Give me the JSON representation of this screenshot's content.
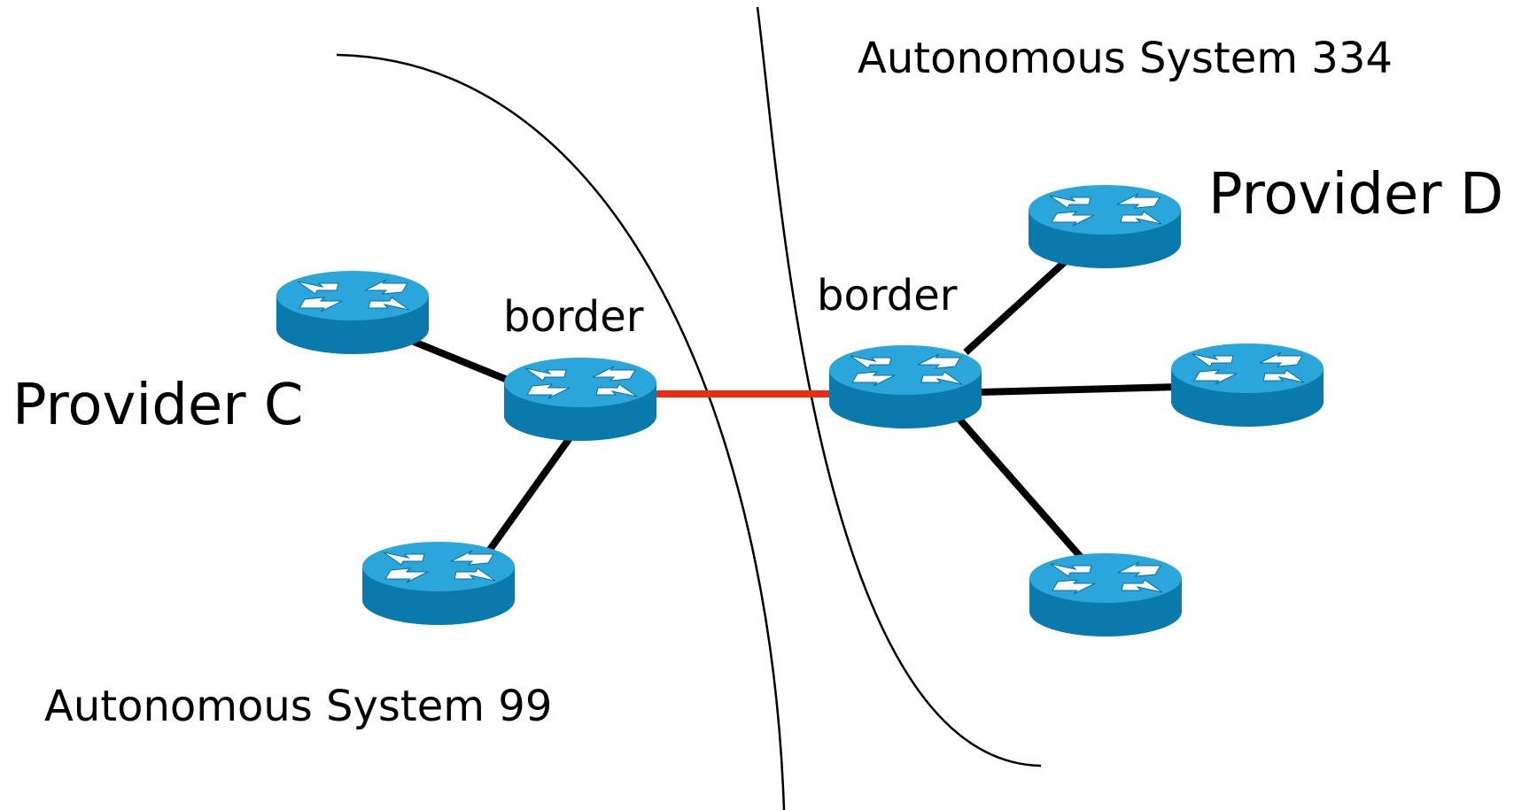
{
  "labels": {
    "as_right": "Autonomous System 334",
    "as_left": "Autonomous System 99",
    "provider_c": "Provider C",
    "provider_d": "Provider D",
    "border_left": "border",
    "border_right": "border"
  },
  "colors": {
    "inter_as_link": "#ee2a12",
    "intra_link": "#000000",
    "router_top": "#2aa6db",
    "router_side": "#0a79ac",
    "router_arrow": "#ffffff",
    "boundary": "#000000"
  },
  "icons": {
    "router": "router-icon"
  }
}
